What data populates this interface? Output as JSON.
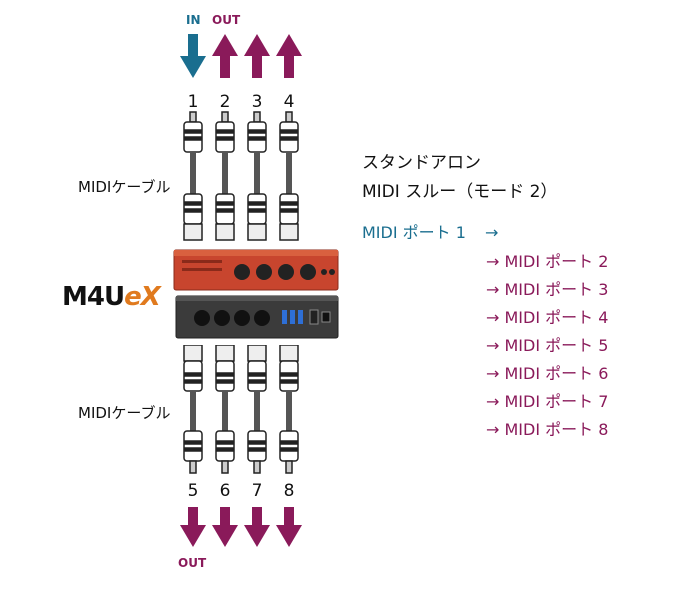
{
  "colors": {
    "in": "#1a6e8f",
    "out": "#8a1a5a",
    "device_top": "#c8452e",
    "device_bottom": "#3b3b3b",
    "logo_accent": "#e07a1e"
  },
  "top": {
    "in_label": "IN",
    "out_label": "OUT",
    "ports": [
      "1",
      "2",
      "3",
      "4"
    ]
  },
  "bottom": {
    "out_label": "OUT",
    "ports": [
      "5",
      "6",
      "7",
      "8"
    ]
  },
  "cable_label_top": "MIDIケーブル",
  "cable_label_bottom": "MIDIケーブル",
  "logo": {
    "main": "M4U",
    "suffix": "eX"
  },
  "mode": {
    "line1": "スタンドアロン",
    "line2": "MIDI スルー（モード 2）"
  },
  "routing": {
    "source": "MIDI ポート 1",
    "source_arrow": "→",
    "arrow": "→",
    "targets": [
      "MIDI ポート 2",
      "MIDI ポート 3",
      "MIDI ポート 4",
      "MIDI ポート 5",
      "MIDI ポート 6",
      "MIDI ポート 7",
      "MIDI ポート 8"
    ]
  },
  "icons": [
    "arrow-down-icon",
    "arrow-up-icon",
    "midi-cable-icon",
    "midi-connector-icon",
    "device-image"
  ]
}
